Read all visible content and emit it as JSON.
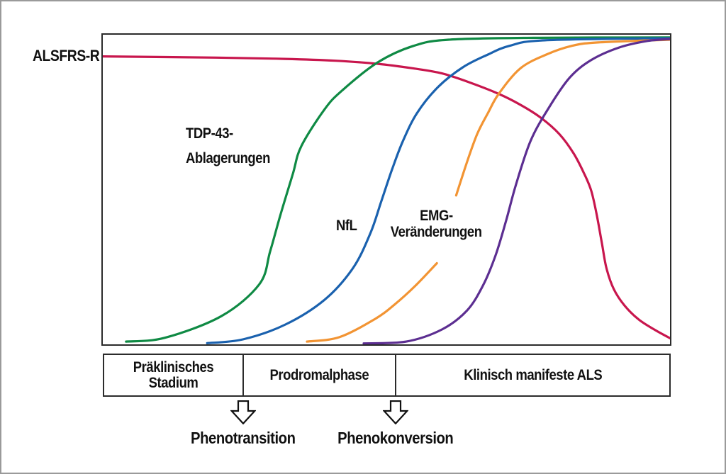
{
  "chart_data": {
    "type": "line",
    "title": "",
    "x_axis": {
      "label": "",
      "ticks": [],
      "range": [
        0,
        100
      ]
    },
    "y_axis": {
      "label": "ALSFRS-R",
      "ticks": [],
      "range": [
        0,
        100
      ]
    },
    "frame": "closed box, no gridlines, no tick marks",
    "legend": "inline curve labels",
    "series": [
      {
        "name": "ALSFRS-R",
        "color": "#C8164D",
        "shape": "high plateau then sigmoid decline",
        "label_lines": [],
        "segments": [
          [
            [
              0,
              93
            ],
            [
              20,
              92.6
            ],
            [
              32,
              92.2
            ],
            [
              41,
              91.6
            ],
            [
              48.5,
              90.6
            ],
            [
              54.8,
              89.1
            ],
            [
              59.8,
              87.5
            ],
            [
              64.8,
              84.5
            ],
            [
              69.8,
              80.9
            ],
            [
              73.6,
              77.4
            ],
            [
              77.3,
              73.1
            ],
            [
              80.5,
              67.9
            ],
            [
              83,
              61.7
            ],
            [
              84.8,
              55.4
            ],
            [
              86.1,
              49.7
            ],
            [
              87.1,
              41.7
            ],
            [
              88,
              32.6
            ],
            [
              88.8,
              24.6
            ],
            [
              90.1,
              17.8
            ],
            [
              92,
              12.5
            ],
            [
              94.5,
              8
            ],
            [
              97.4,
              4.6
            ],
            [
              100,
              2
            ]
          ]
        ]
      },
      {
        "name": "TDP-43-Ablagerungen",
        "color": "#0F8A44",
        "shape": "earliest rising sigmoid",
        "label_lines": [
          "TDP-43-",
          "Ablagerungen"
        ],
        "segments": [
          [
            [
              4.1,
              0.9
            ],
            [
              10.9,
              2.1
            ],
            [
              20.9,
              9.1
            ],
            [
              27.6,
              19.4
            ],
            [
              29.5,
              30
            ],
            [
              31.3,
              41.7
            ],
            [
              33.5,
              55
            ],
            [
              35,
              64
            ],
            [
              39.1,
              75.9
            ],
            [
              42.2,
              82
            ],
            [
              48.5,
              91.1
            ],
            [
              54.8,
              96.4
            ],
            [
              61,
              98.4
            ],
            [
              76,
              99
            ],
            [
              100,
              99.1
            ]
          ]
        ]
      },
      {
        "name": "NfL",
        "color": "#1A61AE",
        "shape": "second rising sigmoid",
        "label_lines": [
          "NfL"
        ],
        "segments": [
          [
            [
              18.4,
              0.4
            ],
            [
              24.7,
              1.6
            ],
            [
              32.2,
              6.4
            ],
            [
              39.1,
              14.4
            ],
            [
              44.1,
              24.6
            ],
            [
              47.2,
              36
            ],
            [
              49.1,
              46.2
            ],
            [
              51,
              56.5
            ],
            [
              52.9,
              65.6
            ],
            [
              55.4,
              74.7
            ],
            [
              59.1,
              83.1
            ],
            [
              63.5,
              89.5
            ],
            [
              67.9,
              93.6
            ],
            [
              71.7,
              96.4
            ],
            [
              77.9,
              98.2
            ],
            [
              100,
              98.9
            ]
          ]
        ]
      },
      {
        "name": "EMG-Veränderungen",
        "color": "#F29433",
        "shape": "third rising sigmoid, drawn with a gap where the label sits",
        "label_lines": [
          "EMG-",
          "Veränderungen"
        ],
        "segments": [
          [
            [
              36,
              0.9
            ],
            [
              41.7,
              2.3
            ],
            [
              48,
              8.2
            ],
            [
              51.4,
              12.8
            ],
            [
              55.1,
              18.9
            ],
            [
              58.9,
              26.2
            ]
          ],
          [
            [
              62.3,
              48.1
            ],
            [
              64.2,
              58.8
            ],
            [
              66,
              67.9
            ],
            [
              67.9,
              74.7
            ],
            [
              69.8,
              80.9
            ],
            [
              73.6,
              89.1
            ],
            [
              78.2,
              93.6
            ],
            [
              82.7,
              96.4
            ],
            [
              87.3,
              97.5
            ],
            [
              100,
              98.4
            ]
          ]
        ]
      },
      {
        "name": "",
        "color": "#5C2E91",
        "shape": "latest rising sigmoid (unlabeled)",
        "label_lines": [],
        "segments": [
          [
            [
              46,
              0.3
            ],
            [
              53.5,
              0.9
            ],
            [
              59.8,
              4.8
            ],
            [
              64.2,
              10.9
            ],
            [
              67,
              18.9
            ],
            [
              69.2,
              28.5
            ],
            [
              71.1,
              39.9
            ],
            [
              72.8,
              51.3
            ],
            [
              75.4,
              65.6
            ],
            [
              78.6,
              76.3
            ],
            [
              82.3,
              86.1
            ],
            [
              86.1,
              91.8
            ],
            [
              91.1,
              95.9
            ],
            [
              96.1,
              98
            ],
            [
              100,
              98.6
            ]
          ]
        ]
      }
    ]
  },
  "stages": {
    "items": [
      {
        "label": "Präklinisches Stadium"
      },
      {
        "label": "Prodromalphase"
      },
      {
        "label": "Klinisch manifeste ALS"
      }
    ]
  },
  "annotations": [
    {
      "label": "Phenotransition",
      "icon": "down-block-arrow"
    },
    {
      "label": "Phenokonversion",
      "icon": "down-block-arrow"
    }
  ]
}
